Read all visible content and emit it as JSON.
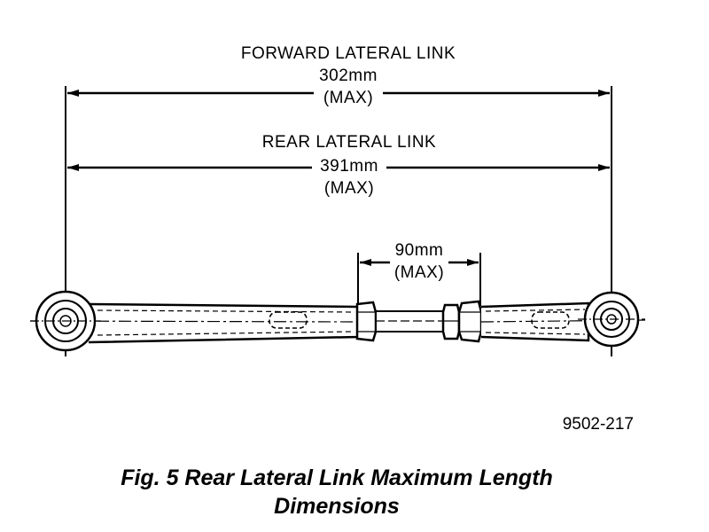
{
  "dimensions": {
    "forward_link": {
      "title": "FORWARD LATERAL LINK",
      "value": "302mm",
      "qualifier": "(MAX)"
    },
    "rear_link": {
      "title": "REAR LATERAL LINK",
      "value": "391mm",
      "qualifier": "(MAX)"
    },
    "adjuster": {
      "value": "90mm",
      "qualifier": "(MAX)"
    }
  },
  "figure_number": "9502-217",
  "caption": {
    "line1": "Fig. 5 Rear Lateral Link Maximum Length",
    "line2": "Dimensions"
  }
}
